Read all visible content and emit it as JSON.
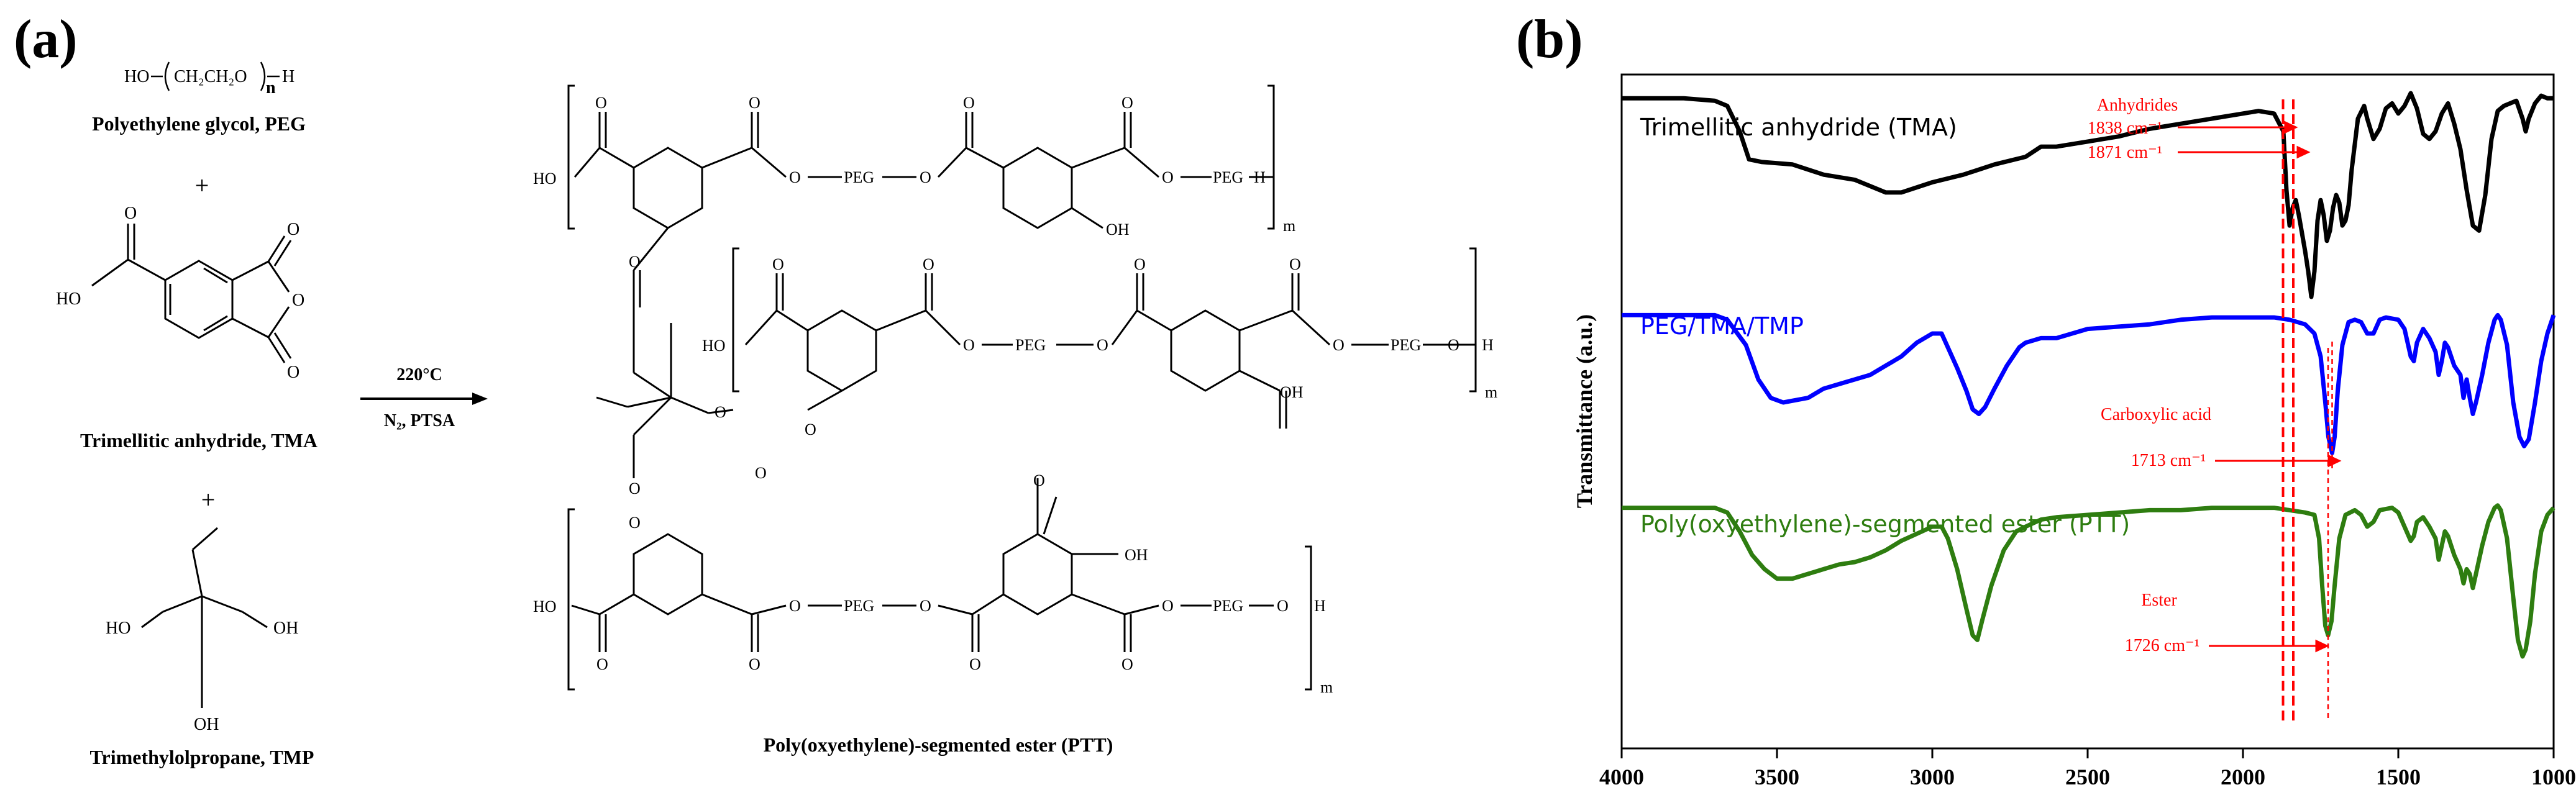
{
  "panel_a": {
    "label": "(a)",
    "peg": {
      "formula": {
        "prefix": "HO",
        "repeat": "CH₂CH₂O",
        "n": "n",
        "suffix": "H"
      },
      "name": "Polyethylene glycol, PEG"
    },
    "plus": "+",
    "tma": {
      "oh_label": "HO",
      "ring_o": "O",
      "name": "Trimellitic anhydride, TMA"
    },
    "tmp": {
      "oh_label": "HO",
      "name": "Trimethylolpropane, TMP"
    },
    "conditions": {
      "temperature": "220°C",
      "reagents": "N₂, PTSA"
    },
    "product": {
      "peg": "PEG",
      "o": "O",
      "ho": "HO",
      "oh": "OH",
      "h": "H",
      "m": "m",
      "name": "Poly(oxyethylene)-segmented ester (PTT)"
    }
  },
  "panel_b": {
    "label": "(b)",
    "chart_data": {
      "type": "line",
      "xlabel": "",
      "ylabel": "Transmittance (a.u.)",
      "x_ticks": [
        4000,
        3500,
        3000,
        2500,
        2000,
        1500,
        1000
      ],
      "xlim": [
        4000,
        1000
      ],
      "x_reversed": true,
      "y_ticks_shown": false,
      "series": [
        {
          "name": "Trimellitic anhydride (TMA)",
          "color": "#000000",
          "points": [
            [
              4000,
              0.98
            ],
            [
              3800,
              0.98
            ],
            [
              3700,
              0.97
            ],
            [
              3660,
              0.95
            ],
            [
              3620,
              0.85
            ],
            [
              3590,
              0.74
            ],
            [
              3550,
              0.73
            ],
            [
              3450,
              0.72
            ],
            [
              3350,
              0.68
            ],
            [
              3250,
              0.66
            ],
            [
              3150,
              0.61
            ],
            [
              3100,
              0.61
            ],
            [
              3000,
              0.65
            ],
            [
              2900,
              0.68
            ],
            [
              2800,
              0.72
            ],
            [
              2700,
              0.75
            ],
            [
              2650,
              0.79
            ],
            [
              2600,
              0.79
            ],
            [
              2500,
              0.81
            ],
            [
              2400,
              0.83
            ],
            [
              2300,
              0.86
            ],
            [
              2200,
              0.88
            ],
            [
              2100,
              0.9
            ],
            [
              2000,
              0.92
            ],
            [
              1950,
              0.93
            ],
            [
              1900,
              0.92
            ],
            [
              1870,
              0.85
            ],
            [
              1860,
              0.62
            ],
            [
              1850,
              0.48
            ],
            [
              1840,
              0.55
            ],
            [
              1830,
              0.58
            ],
            [
              1820,
              0.52
            ],
            [
              1810,
              0.45
            ],
            [
              1800,
              0.38
            ],
            [
              1790,
              0.3
            ],
            [
              1780,
              0.2
            ],
            [
              1770,
              0.3
            ],
            [
              1760,
              0.5
            ],
            [
              1750,
              0.58
            ],
            [
              1740,
              0.52
            ],
            [
              1730,
              0.42
            ],
            [
              1720,
              0.46
            ],
            [
              1710,
              0.55
            ],
            [
              1700,
              0.6
            ],
            [
              1690,
              0.57
            ],
            [
              1680,
              0.48
            ],
            [
              1670,
              0.5
            ],
            [
              1660,
              0.56
            ],
            [
              1650,
              0.7
            ],
            [
              1630,
              0.9
            ],
            [
              1610,
              0.95
            ],
            [
              1600,
              0.9
            ],
            [
              1580,
              0.82
            ],
            [
              1560,
              0.86
            ],
            [
              1540,
              0.94
            ],
            [
              1520,
              0.96
            ],
            [
              1500,
              0.92
            ],
            [
              1480,
              0.95
            ],
            [
              1460,
              1.0
            ],
            [
              1440,
              0.94
            ],
            [
              1420,
              0.84
            ],
            [
              1400,
              0.82
            ],
            [
              1380,
              0.85
            ],
            [
              1360,
              0.92
            ],
            [
              1340,
              0.96
            ],
            [
              1320,
              0.88
            ],
            [
              1300,
              0.78
            ],
            [
              1280,
              0.62
            ],
            [
              1260,
              0.48
            ],
            [
              1240,
              0.46
            ],
            [
              1220,
              0.6
            ],
            [
              1200,
              0.82
            ],
            [
              1180,
              0.93
            ],
            [
              1160,
              0.95
            ],
            [
              1140,
              0.96
            ],
            [
              1120,
              0.97
            ],
            [
              1100,
              0.9
            ],
            [
              1090,
              0.85
            ],
            [
              1080,
              0.9
            ],
            [
              1060,
              0.96
            ],
            [
              1040,
              0.99
            ],
            [
              1020,
              0.98
            ],
            [
              1000,
              0.98
            ]
          ]
        },
        {
          "name": "PEG/TMA/TMP",
          "color": "#0000ff",
          "points": [
            [
              4000,
              0.98
            ],
            [
              3800,
              0.98
            ],
            [
              3700,
              0.98
            ],
            [
              3660,
              0.96
            ],
            [
              3600,
              0.85
            ],
            [
              3560,
              0.7
            ],
            [
              3520,
              0.62
            ],
            [
              3480,
              0.6
            ],
            [
              3400,
              0.62
            ],
            [
              3350,
              0.66
            ],
            [
              3300,
              0.68
            ],
            [
              3250,
              0.7
            ],
            [
              3200,
              0.72
            ],
            [
              3150,
              0.76
            ],
            [
              3100,
              0.8
            ],
            [
              3050,
              0.86
            ],
            [
              3000,
              0.9
            ],
            [
              2970,
              0.9
            ],
            [
              2950,
              0.84
            ],
            [
              2920,
              0.75
            ],
            [
              2890,
              0.65
            ],
            [
              2870,
              0.57
            ],
            [
              2850,
              0.55
            ],
            [
              2830,
              0.58
            ],
            [
              2800,
              0.66
            ],
            [
              2760,
              0.76
            ],
            [
              2720,
              0.84
            ],
            [
              2700,
              0.86
            ],
            [
              2650,
              0.88
            ],
            [
              2600,
              0.88
            ],
            [
              2550,
              0.9
            ],
            [
              2500,
              0.92
            ],
            [
              2400,
              0.93
            ],
            [
              2300,
              0.94
            ],
            [
              2200,
              0.96
            ],
            [
              2100,
              0.97
            ],
            [
              2000,
              0.97
            ],
            [
              1900,
              0.97
            ],
            [
              1850,
              0.96
            ],
            [
              1800,
              0.94
            ],
            [
              1770,
              0.9
            ],
            [
              1750,
              0.8
            ],
            [
              1735,
              0.6
            ],
            [
              1725,
              0.45
            ],
            [
              1713,
              0.38
            ],
            [
              1705,
              0.45
            ],
            [
              1695,
              0.65
            ],
            [
              1680,
              0.85
            ],
            [
              1660,
              0.95
            ],
            [
              1640,
              0.96
            ],
            [
              1620,
              0.95
            ],
            [
              1600,
              0.9
            ],
            [
              1580,
              0.9
            ],
            [
              1560,
              0.96
            ],
            [
              1540,
              0.97
            ],
            [
              1500,
              0.96
            ],
            [
              1480,
              0.92
            ],
            [
              1460,
              0.8
            ],
            [
              1450,
              0.78
            ],
            [
              1440,
              0.86
            ],
            [
              1420,
              0.92
            ],
            [
              1400,
              0.88
            ],
            [
              1380,
              0.82
            ],
            [
              1370,
              0.72
            ],
            [
              1360,
              0.78
            ],
            [
              1350,
              0.86
            ],
            [
              1340,
              0.84
            ],
            [
              1320,
              0.76
            ],
            [
              1300,
              0.72
            ],
            [
              1290,
              0.62
            ],
            [
              1280,
              0.7
            ],
            [
              1270,
              0.62
            ],
            [
              1260,
              0.55
            ],
            [
              1250,
              0.6
            ],
            [
              1230,
              0.72
            ],
            [
              1210,
              0.86
            ],
            [
              1190,
              0.96
            ],
            [
              1180,
              0.98
            ],
            [
              1170,
              0.96
            ],
            [
              1150,
              0.85
            ],
            [
              1130,
              0.6
            ],
            [
              1110,
              0.45
            ],
            [
              1095,
              0.41
            ],
            [
              1080,
              0.44
            ],
            [
              1060,
              0.6
            ],
            [
              1040,
              0.78
            ],
            [
              1020,
              0.9
            ],
            [
              1000,
              0.98
            ]
          ]
        },
        {
          "name": "Poly(oxyethylene)-segmented ester (PTT)",
          "color": "#2e7d10",
          "points": [
            [
              4000,
              0.98
            ],
            [
              3800,
              0.98
            ],
            [
              3700,
              0.98
            ],
            [
              3660,
              0.96
            ],
            [
              3620,
              0.88
            ],
            [
              3580,
              0.78
            ],
            [
              3540,
              0.72
            ],
            [
              3500,
              0.68
            ],
            [
              3450,
              0.68
            ],
            [
              3400,
              0.7
            ],
            [
              3350,
              0.72
            ],
            [
              3300,
              0.74
            ],
            [
              3250,
              0.75
            ],
            [
              3200,
              0.77
            ],
            [
              3150,
              0.8
            ],
            [
              3100,
              0.84
            ],
            [
              3050,
              0.87
            ],
            [
              3000,
              0.9
            ],
            [
              2970,
              0.9
            ],
            [
              2950,
              0.85
            ],
            [
              2920,
              0.72
            ],
            [
              2890,
              0.55
            ],
            [
              2870,
              0.44
            ],
            [
              2855,
              0.42
            ],
            [
              2840,
              0.5
            ],
            [
              2810,
              0.65
            ],
            [
              2770,
              0.8
            ],
            [
              2730,
              0.88
            ],
            [
              2700,
              0.9
            ],
            [
              2650,
              0.93
            ],
            [
              2600,
              0.94
            ],
            [
              2500,
              0.95
            ],
            [
              2400,
              0.96
            ],
            [
              2300,
              0.97
            ],
            [
              2200,
              0.97
            ],
            [
              2100,
              0.98
            ],
            [
              2000,
              0.98
            ],
            [
              1900,
              0.98
            ],
            [
              1850,
              0.97
            ],
            [
              1800,
              0.96
            ],
            [
              1770,
              0.95
            ],
            [
              1755,
              0.85
            ],
            [
              1745,
              0.65
            ],
            [
              1735,
              0.48
            ],
            [
              1726,
              0.44
            ],
            [
              1715,
              0.5
            ],
            [
              1705,
              0.65
            ],
            [
              1690,
              0.85
            ],
            [
              1670,
              0.95
            ],
            [
              1640,
              0.97
            ],
            [
              1620,
              0.95
            ],
            [
              1600,
              0.9
            ],
            [
              1580,
              0.92
            ],
            [
              1560,
              0.97
            ],
            [
              1520,
              0.98
            ],
            [
              1500,
              0.96
            ],
            [
              1480,
              0.9
            ],
            [
              1460,
              0.84
            ],
            [
              1450,
              0.86
            ],
            [
              1440,
              0.92
            ],
            [
              1420,
              0.94
            ],
            [
              1400,
              0.9
            ],
            [
              1380,
              0.85
            ],
            [
              1370,
              0.76
            ],
            [
              1360,
              0.82
            ],
            [
              1350,
              0.88
            ],
            [
              1340,
              0.86
            ],
            [
              1320,
              0.78
            ],
            [
              1300,
              0.72
            ],
            [
              1290,
              0.66
            ],
            [
              1280,
              0.72
            ],
            [
              1270,
              0.7
            ],
            [
              1260,
              0.64
            ],
            [
              1250,
              0.7
            ],
            [
              1230,
              0.82
            ],
            [
              1210,
              0.92
            ],
            [
              1190,
              0.98
            ],
            [
              1180,
              0.99
            ],
            [
              1170,
              0.97
            ],
            [
              1150,
              0.85
            ],
            [
              1130,
              0.6
            ],
            [
              1115,
              0.42
            ],
            [
              1100,
              0.35
            ],
            [
              1090,
              0.38
            ],
            [
              1075,
              0.5
            ],
            [
              1060,
              0.7
            ],
            [
              1040,
              0.88
            ],
            [
              1020,
              0.95
            ],
            [
              1000,
              0.98
            ]
          ]
        }
      ],
      "annotations": {
        "anhydrides_title": "Anhydrides",
        "anhydrides_peak1": "1838 cm⁻¹",
        "anhydrides_peak2": "1871 cm⁻¹",
        "carboxylic_title": "Carboxylic acid",
        "carboxylic_peak": "1713 cm⁻¹",
        "ester_title": "Ester",
        "ester_peak": "1726 cm⁻¹",
        "marker_color": "#ff0000",
        "marker_positions": [
          1871,
          1838,
          1713,
          1726
        ]
      }
    }
  }
}
